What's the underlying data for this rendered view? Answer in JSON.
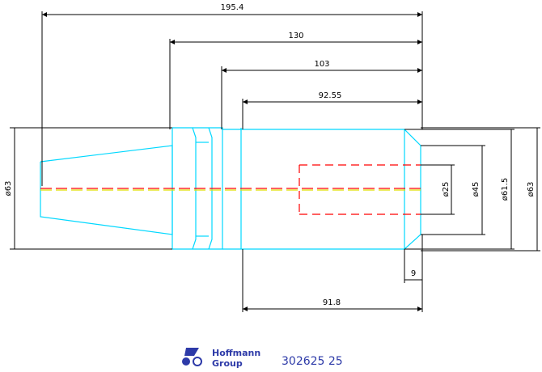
{
  "drawing": {
    "dimensions": {
      "overall_length": "195.4",
      "length_130": "130",
      "length_103": "103",
      "length_92_55": "92.55",
      "length_91_8": "91.8",
      "step_9": "9",
      "dia_63_left": "ø63",
      "dia_25": "ø25",
      "dia_45": "ø45",
      "dia_61_5": "ø61.5",
      "dia_63_right": "ø63"
    },
    "colors": {
      "part_outline": "#00d8ff",
      "hidden_lines": "#ff0000",
      "centerline": "#e0e000",
      "dimension": "#000000",
      "logo": "#2d3aa8"
    }
  },
  "title_block": {
    "logo_line1": "Hoffmann",
    "logo_line2": "Group",
    "part_number": "302625 25"
  }
}
